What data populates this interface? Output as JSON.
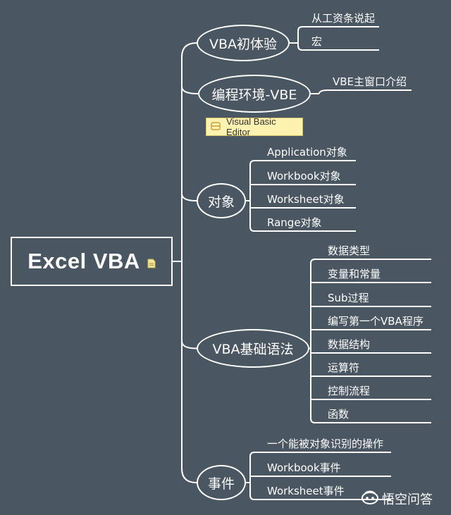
{
  "root": {
    "title": "Excel VBA"
  },
  "branches": [
    {
      "label": "VBA初体验",
      "children": [
        "从工资条说起",
        "宏"
      ]
    },
    {
      "label": "编程环境-VBE",
      "children": [
        "VBE主窗口介绍"
      ],
      "note": "Visual Basic Editor"
    },
    {
      "label": "对象",
      "children": [
        "Application对象",
        "Workbook对象",
        "Worksheet对象",
        "Range对象"
      ]
    },
    {
      "label": "VBA基础语法",
      "children": [
        "数据类型",
        "变量和常量",
        "Sub过程",
        "编写第一个VBA程序",
        "数据结构",
        "运算符",
        "控制流程",
        "函数"
      ]
    },
    {
      "label": "事件",
      "children": [
        "一个能被对象识别的操作",
        "Workbook事件",
        "Worksheet事件"
      ]
    }
  ],
  "watermark": {
    "text": "悟空问答"
  },
  "icons": {
    "root_icon": "document-icon",
    "note_icon": "note-icon",
    "watermark_icon": "wukong-logo-icon"
  },
  "colors": {
    "background": "#4a5661",
    "line": "#ffffff",
    "note_bg": "#fdf2b0"
  }
}
